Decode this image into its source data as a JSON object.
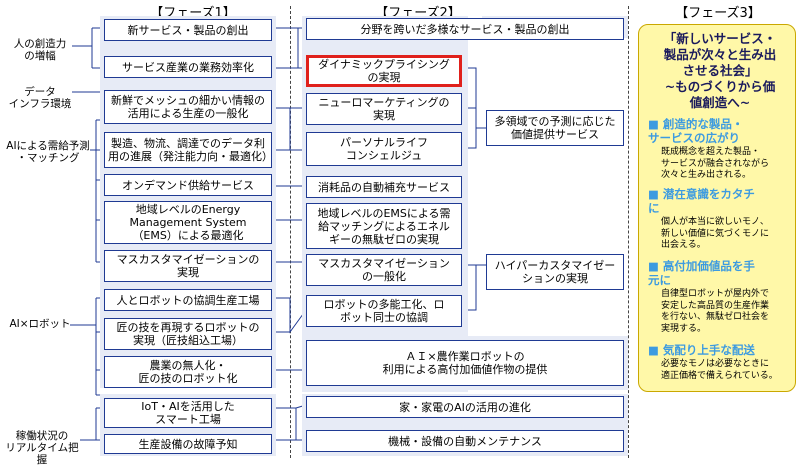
{
  "headers": {
    "phase1": "【フェーズ1】",
    "phase2": "【フェーズ2】",
    "phase3": "【フェーズ3】"
  },
  "categories": [
    "人の創造力\nの増幅",
    "データ\nインフラ環境",
    "AIによる需給予測\n・マッチング",
    "AI×ロボット",
    "稼働状況の\nリアルタイム把握"
  ],
  "phase1": [
    "新サービス・製品の創出",
    "サービス産業の業務効率化",
    "新鮮でメッシュの細かい情報の\n活用による生産の一般化",
    "製造、物流、調達でのデータ利\n用の進展（発注能力向・最適化）",
    "オンデマンド供給サービス",
    "地域レベルのEnergy\nManagement System\n（EMS）による最適化",
    "マスカスタマイゼーションの\n実現",
    "人とロボットの協調生産工場",
    "匠の技を再現するロボットの\n実現（匠技組込工場）",
    "農業の無人化・\n匠の技のロボット化",
    "IoT・AIを活用した\nスマート工場",
    "生産設備の故障予知"
  ],
  "phase2": [
    "分野を跨いだ多様なサービス・製品の創出",
    "ダイナミックプライシング\nの実現",
    "ニューロマーケティングの\n実現",
    "パーソナルライフ\nコンシェルジュ",
    "消耗品の自動補充サービス",
    "地域レベルのEMSによる需\n給マッチングによるエネル\nギーの無駄ゼロの実現",
    "マスカスタマイゼーション\nの一般化",
    "ロボットの多能工化、ロ\nボット同士の協調",
    "ＡＩ×農作業ロボットの\n利用による高付加価値作物の提供",
    "家・家電のAIの活用の進化",
    "機械・設備の自動メンテナンス"
  ],
  "phase2_right": [
    "多領域での予測に応じた\n価値提供サービス",
    "ハイパーカスタマイゼー\nションの実現"
  ],
  "phase3": {
    "title": "「新しいサービス・\n製品が次々と生み出\nさせる社会」\n~ものづくりから価\n値創造へ~",
    "sections": [
      {
        "heading": "創造的な製品・\nサービスの広がり",
        "body": "既成概念を超えた製品・\nサービスが融合されながら\n次々と生み出される。"
      },
      {
        "heading": "潜在意識をカタチ\nに",
        "body": "個人が本当に欲しいモノ、\n新しい価値に気づくモノに\n出会える。"
      },
      {
        "heading": "高付加価値品を手\n元に",
        "body": "自律型ロボットが屋内外で\n安定した高品質の生産作業\nを行ない、無駄ゼロ社会を\n実現する。"
      },
      {
        "heading": "気配り上手な配送",
        "body": "必要なモノは必要なときに\n適正価格で備えられている。"
      }
    ]
  },
  "colors": {
    "box_border": "#1f3a93",
    "cell_bg": "#e7ebf6",
    "highlight": "#e0201b",
    "phase3_bg": "#fff8a8",
    "phase3_accent": "#3d9be0"
  }
}
